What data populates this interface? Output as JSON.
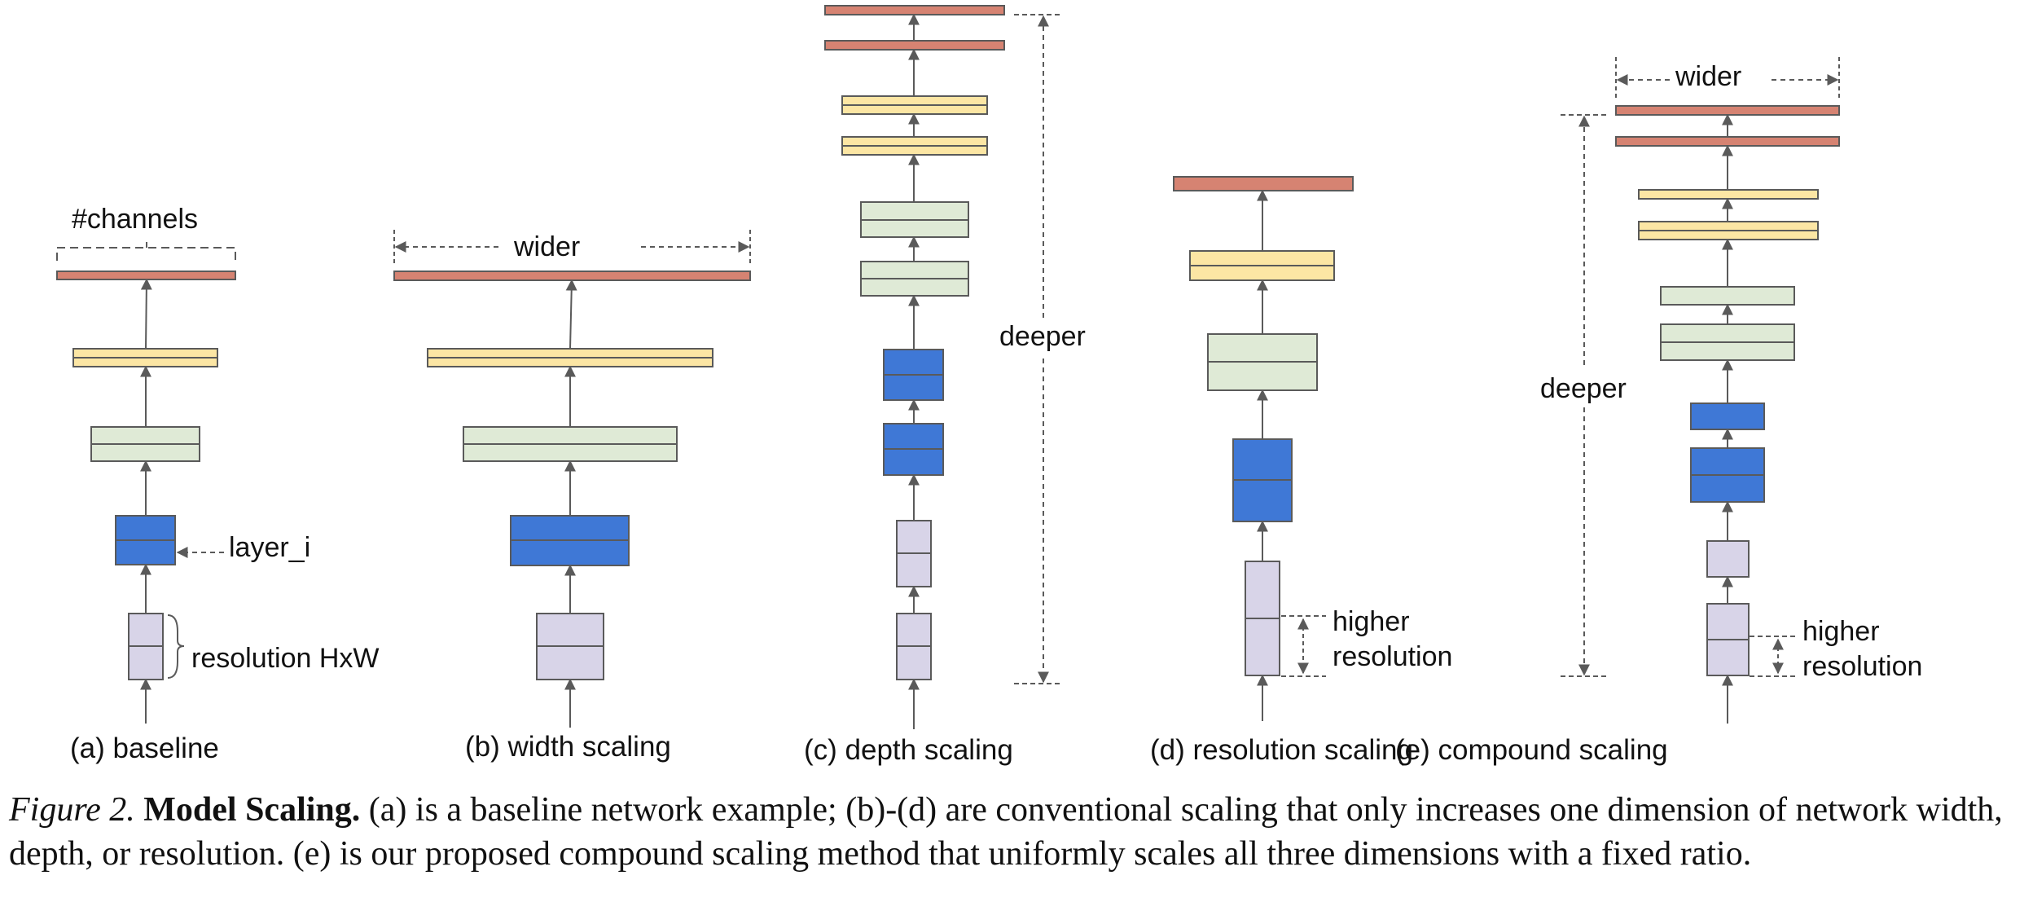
{
  "colors": {
    "red": "#d68372",
    "yellow": "#fce6a4",
    "green": "#dfead6",
    "blue": "#3f78d6",
    "purple": "#d8d4e8",
    "stroke": "#5a5a5a"
  },
  "diagram": {
    "baseline": {
      "subcaption": "(a) baseline",
      "channels_label": "#channels",
      "layer_label": "layer_i",
      "resolution_label": "resolution HxW"
    },
    "width_scaling": {
      "subcaption": "(b) width scaling",
      "wider_label": "wider"
    },
    "depth_scaling": {
      "subcaption": "(c) depth scaling",
      "deeper_label": "deeper"
    },
    "resolution_scaling": {
      "subcaption": "(d) resolution scaling",
      "higher_label": "higher",
      "resolution_label": "resolution"
    },
    "compound_scaling": {
      "subcaption": "(e) compound scaling",
      "wider_label": "wider",
      "deeper_label": "deeper",
      "higher_label": "higher",
      "resolution_label": "resolution"
    }
  },
  "caption": {
    "figure_number": "Figure 2.",
    "title": "Model Scaling.",
    "text": " (a) is a baseline network example; (b)-(d) are conventional scaling that only increases one dimension of network width, depth, or resolution. (e) is our proposed compound scaling method that uniformly scales all three dimensions with a fixed ratio."
  }
}
